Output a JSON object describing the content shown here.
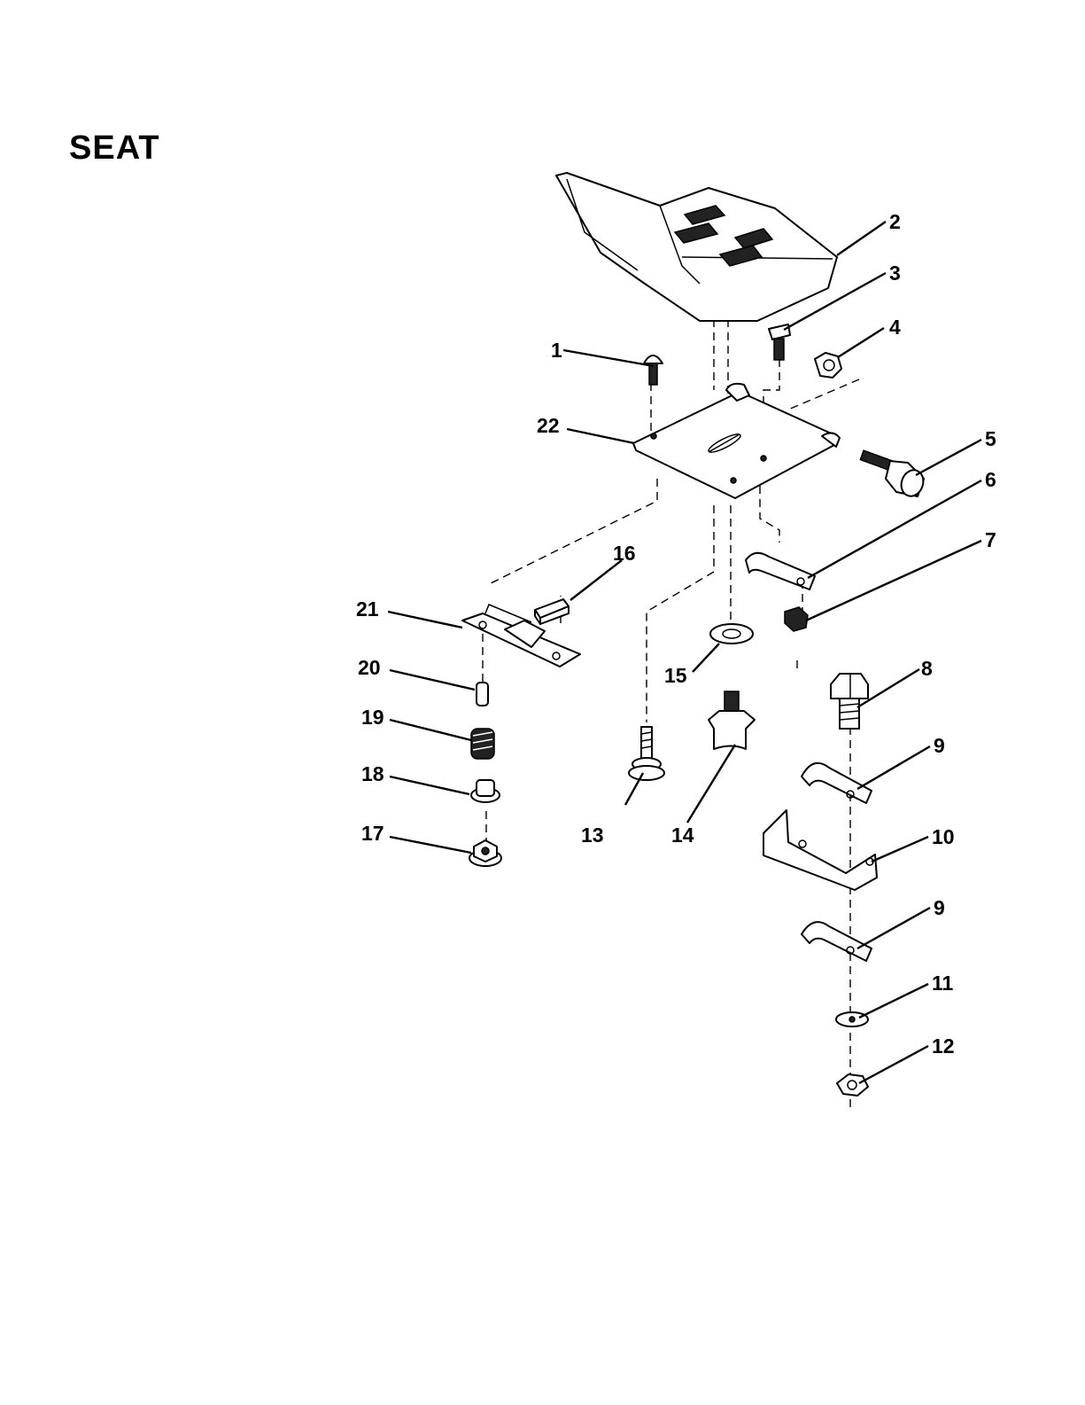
{
  "title": "SEAT",
  "callouts": [
    "1",
    "2",
    "3",
    "4",
    "5",
    "6",
    "7",
    "8",
    "9",
    "10",
    "9",
    "11",
    "12",
    "13",
    "14",
    "15",
    "16",
    "17",
    "18",
    "19",
    "20",
    "21",
    "22"
  ]
}
